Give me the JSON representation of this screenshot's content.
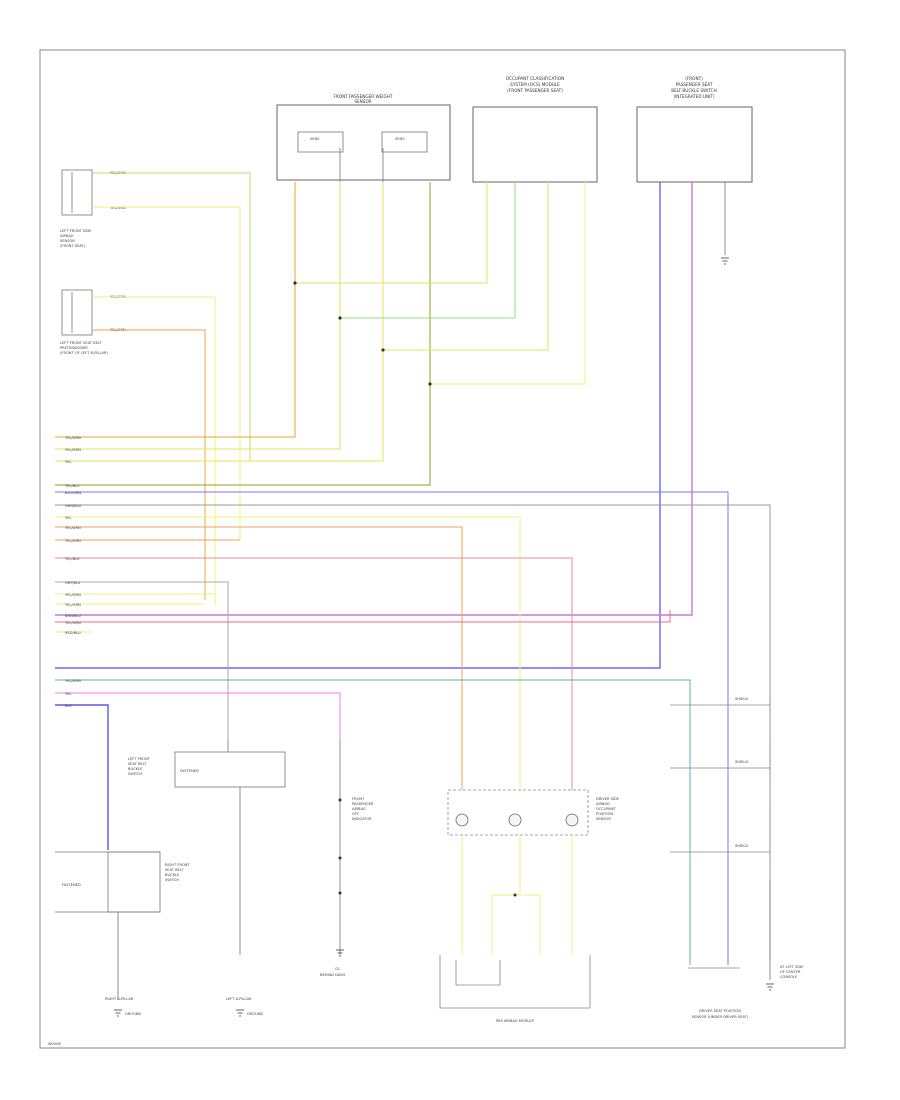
{
  "diagram": {
    "footer_code": "W0006",
    "modules": {
      "front_passenger_sensor": {
        "title_1": "FRONT PASSENGER WEIGHT",
        "title_2": "SENSOR",
        "sub_a": "SENS",
        "sub_b": "SENS"
      },
      "occupant_classification": {
        "title_1": "OCCUPANT CLASSIFICATION",
        "title_2": "SYSTEM (OCS) MODULE",
        "title_3": "(FRONT PASSENGER SEAT)"
      },
      "passenger_belt_sensor": {
        "title_1": "(FRONT)",
        "title_2": "PASSENGER SEAT",
        "title_3": "BELT BUCKLE SWITCH",
        "title_4": "(INTEGRATED UNIT)"
      }
    },
    "left_sensors": {
      "upper": {
        "line1": "LEFT FRONT SIDE",
        "line2": "AIRBAG",
        "line3": "SENSOR",
        "line4": "(FRONT SEAT)",
        "wire_a": "YEL/GRN",
        "wire_b": "YEL/GRN"
      },
      "lower": {
        "line1": "LEFT FRONT SEAT BELT",
        "line2": "PRETENSIONER",
        "line3": "(FRONT OF LEFT B-PILLAR)",
        "wire_a": "YEL/GRN",
        "wire_b": "YEL/GRN"
      }
    },
    "harness_labels": [
      "YEL/GRN",
      "YEL/GRN",
      "YEL",
      "YEL/BLU",
      "BLU/GRN",
      "GRN/BLU",
      "YEL",
      "YEL/GRN",
      "YEL/GRN",
      "YEL/BLK",
      "GRY/BLU",
      "YEL/GRN",
      "YEL/GRN",
      "BRN/BLU",
      "YEL/GRN",
      "RED/BLU",
      "YEL/GRN",
      "YEL",
      "BLU"
    ],
    "bottom_components": {
      "left_belt_switch": {
        "line1": "LEFT FRONT",
        "line2": "SEAT BELT",
        "line3": "BUCKLE",
        "line4": "SWITCH",
        "tag": "FASTENED"
      },
      "right_belt_switch": {
        "line1": "RIGHT FRONT",
        "line2": "SEAT BELT",
        "line3": "BUCKLE",
        "line4": "SWITCH",
        "tag": "FASTENED"
      },
      "passenger_airbag_indicator": {
        "line1": "FRONT",
        "line2": "PASSENGER",
        "line3": "AIRBAG",
        "line4": "OFF",
        "line5": "INDICATOR"
      },
      "srs_indicator_module": "SRS AIRBAG MODULE",
      "sensor_box_right": {
        "line1": "DRIVER SIDE",
        "line2": "AIRBAG",
        "line3": "OCCUPANT",
        "line4": "POSITION",
        "line5": "SENSOR"
      },
      "ground_left": {
        "line1": "RIGHT A-PILLAR",
        "line2": "GROUND"
      },
      "ground_mid": {
        "line1": "LEFT A-PILLAR",
        "line2": "GROUND"
      },
      "ground_center": {
        "line1": "G1",
        "line2": "BEHIND DASH"
      },
      "ground_right": {
        "line1": "AT LEFT SIDE",
        "line2": "OF CENTER",
        "line3": "CONSOLE"
      },
      "bottom_right_module": {
        "line1": "DRIVER SEAT POSITION",
        "line2": "SENSOR (UNDER DRIVER SEAT)"
      }
    },
    "shields": [
      "SHIELD",
      "SHIELD",
      "SHIELD"
    ]
  }
}
